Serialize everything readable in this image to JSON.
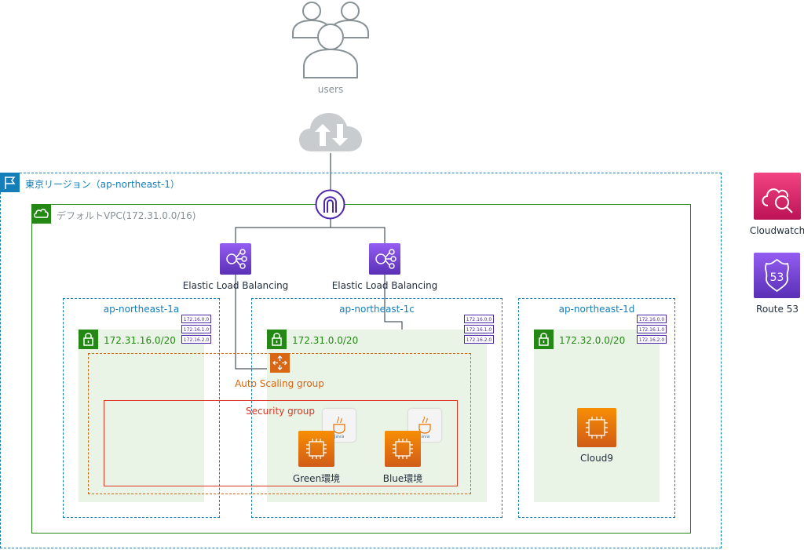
{
  "users": {
    "label": "users"
  },
  "region": {
    "label": "東京リージョン（ap-northeast-1）"
  },
  "vpc": {
    "label": "デフォルトVPC(172.31.0.0/16)"
  },
  "elb": [
    {
      "label": "Elastic Load Balancing"
    },
    {
      "label": "Elastic Load Balancing"
    }
  ],
  "azs": [
    {
      "label": "ap-northeast-1a",
      "subnet": "172.31.16.0/20"
    },
    {
      "label": "ap-northeast-1c",
      "subnet": "172.31.0.0/20"
    },
    {
      "label": "ap-northeast-1d",
      "subnet": "172.32.0.0/20"
    }
  ],
  "route_table": {
    "rows": [
      "172.16.0.0",
      "172.16.1.0",
      "172.16.2.0"
    ]
  },
  "asg": {
    "label": "Auto Scaling group"
  },
  "security_group": {
    "label": "Security group"
  },
  "instances": {
    "green": "Green環境",
    "blue": "Blue環境",
    "cloud9": "Cloud9",
    "java": "Java"
  },
  "external": {
    "cloudwatch": "Cloudwatch",
    "route53": "Route 53",
    "route53_badge": "53"
  },
  "colors": {
    "region": "#147eba",
    "vpc": "#248814",
    "subnet_fill": "#e9f3e6",
    "asg": "#d86613",
    "security_group": "#dd3522",
    "compute": "#ed7100",
    "network": "#8c4fff",
    "cloudwatch": "#e7157b",
    "route53": "#8c4fff"
  }
}
